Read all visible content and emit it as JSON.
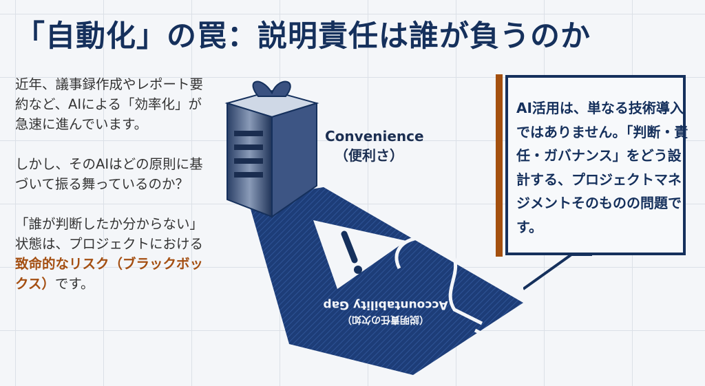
{
  "title": "「自動化」の罠：説明責任は誰が負うのか",
  "left_text": {
    "p1": "近年、議事録作成やレポート要約など、AIによる「効率化」が急速に進んでいます。",
    "p2": "しかし、そのAIはどの原則に基づいて振る舞っているのか？",
    "p3_before": "「誰が判断したか分からない」状態は、プロジェクトにおける",
    "p3_highlight": "致命的なリスク（ブラックボックス）",
    "p3_after": "です。"
  },
  "illustration": {
    "convenience_label": "Convenience",
    "convenience_sub": "（便利さ）",
    "gap_label": "Accountability Gap",
    "gap_sub": "（説明責任の欠如）"
  },
  "callout": {
    "text": "AI活用は、単なる技術導入ではありません。「判断・責任・ガバナンス」をどう設計する、プロジェクトマネジメントそのものの問題です。"
  },
  "colors": {
    "navy": "#15305c",
    "accent": "#a4500f"
  }
}
